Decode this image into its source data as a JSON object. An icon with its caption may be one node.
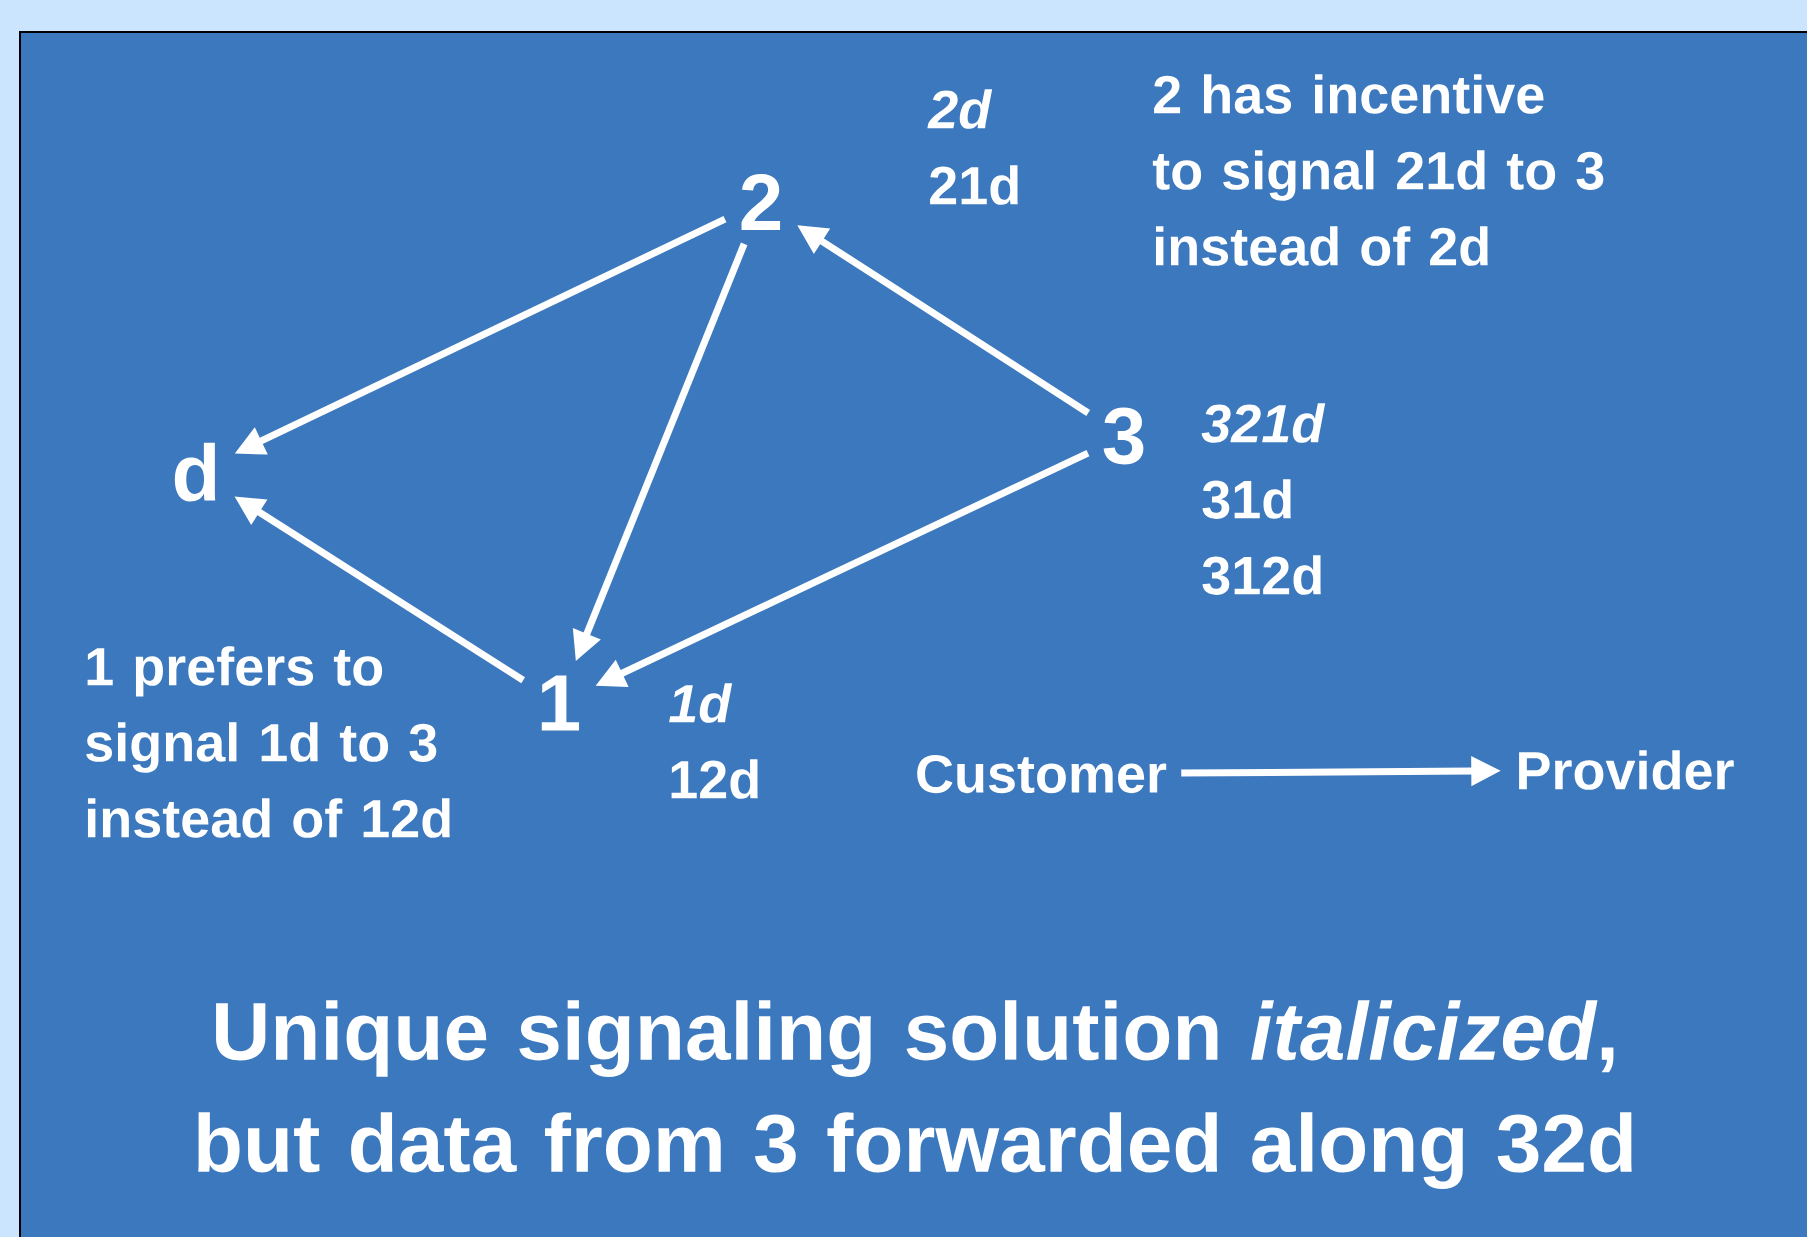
{
  "diagram": {
    "caption": "Unique signaling solution *italicized*, but data from 3 forwarded along 32d",
    "nodes": [
      {
        "text": [
          "d"
        ]
      },
      {
        "text": [
          "2"
        ],
        "beside": [
          "2d",
          "21d"
        ]
      },
      {
        "text": [
          "3"
        ],
        "beside": [
          "321d",
          "31d",
          "312d"
        ]
      },
      {
        "text": [
          "1"
        ],
        "beside": [
          "1d",
          "12d"
        ]
      },
      {
        "text": [
          "Customer"
        ]
      },
      {
        "text": [
          "Provider"
        ]
      }
    ],
    "edges": [
      {
        "from": 1,
        "to": 0,
        "arrow": "to"
      },
      {
        "from": 1,
        "to": 3,
        "arrow": "to"
      },
      {
        "from": 2,
        "to": 1,
        "arrow": "to"
      },
      {
        "from": 2,
        "to": 3,
        "arrow": "to"
      },
      {
        "from": 3,
        "to": 0,
        "arrow": "to"
      },
      {
        "from": 4,
        "to": 5,
        "arrow": "to"
      }
    ],
    "labels": [
      "2 has incentive to signal 21d to 3 instead of 2d",
      "1 prefers to signal 1d to 3 instead of 12d"
    ]
  }
}
